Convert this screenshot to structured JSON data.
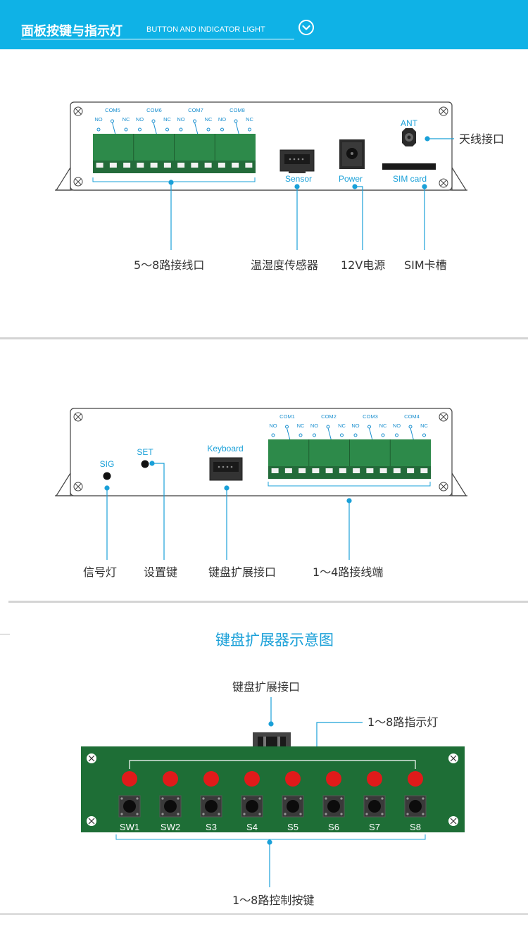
{
  "header": {
    "title_cn": "面板按键与指示灯",
    "title_en": "BUTTON AND INDICATOR LIGHT",
    "bg_color": "#0fb2e6"
  },
  "panel1": {
    "com_labels": [
      "COM5",
      "COM6",
      "COM7",
      "COM8"
    ],
    "pin_no": "NO",
    "pin_nc": "NC",
    "sensor_label": "Sensor",
    "power_label": "Power",
    "sim_label": "SIM card",
    "ant_label": "ANT",
    "callouts": {
      "antenna": "天线接口",
      "terminals": "5～8路接线口",
      "sensor": "温湿度传感器",
      "power": "12V电源",
      "sim": "SIM卡槽"
    }
  },
  "panel2": {
    "com_labels": [
      "COM1",
      "COM2",
      "COM3",
      "COM4"
    ],
    "sig_label": "SIG",
    "set_label": "SET",
    "keyboard_label": "Keyboard",
    "callouts": {
      "signal": "信号灯",
      "set": "设置键",
      "keyboard": "键盘扩展接口",
      "terminals": "1～4路接线端"
    }
  },
  "keyboard_section": {
    "title": "键盘扩展器示意图",
    "callouts": {
      "port": "键盘扩展接口",
      "leds": "1～8路指示灯",
      "buttons": "1～8路控制按键"
    },
    "button_labels": [
      "SW1",
      "SW2",
      "S3",
      "S4",
      "S5",
      "S6",
      "S7",
      "S8"
    ]
  },
  "colors": {
    "accent": "#0fb2e6",
    "callout_line": "#1aa0d8",
    "terminal_green": "#2d8a4a",
    "pcb_green": "#1e6e36",
    "led_red": "#e01a1a"
  }
}
